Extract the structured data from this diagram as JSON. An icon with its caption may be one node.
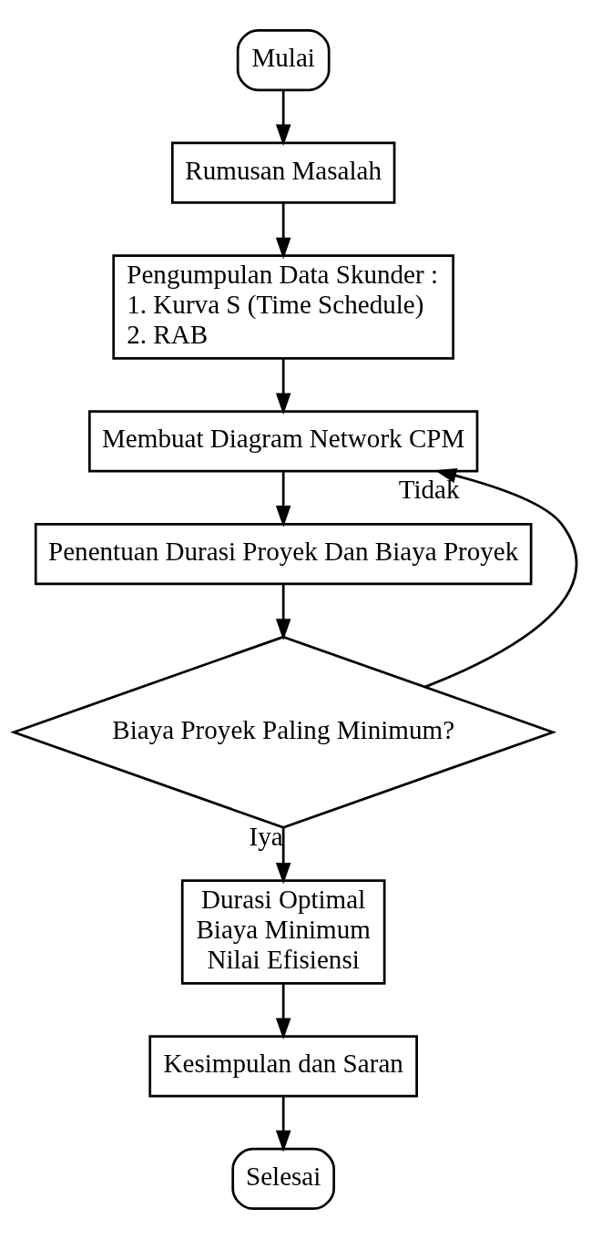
{
  "diagram": {
    "nodes": [
      {
        "text": [
          "Mulai"
        ]
      },
      {
        "text": [
          "Rumusan Masalah"
        ]
      },
      {
        "text": [
          "Pengumpulan Data Skunder :",
          "1. Kurva S (Time Schedule)",
          "2. RAB"
        ]
      },
      {
        "text": [
          "Membuat Diagram Network CPM"
        ]
      },
      {
        "text": [
          "Penentuan Durasi Proyek Dan Biaya Proyek"
        ]
      },
      {
        "text": [
          "Biaya Proyek Paling Minimum?"
        ]
      },
      {
        "text": [
          "Durasi Optimal",
          "Biaya Minimum",
          "Nilai Efisiensi"
        ]
      },
      {
        "text": [
          "Kesimpulan dan Saran"
        ]
      },
      {
        "text": [
          "Selesai"
        ]
      }
    ],
    "edges": [
      {
        "from": 0,
        "to": 1,
        "arrow": "to"
      },
      {
        "from": 1,
        "to": 2,
        "arrow": "to"
      },
      {
        "from": 2,
        "to": 3,
        "arrow": "to"
      },
      {
        "from": 3,
        "to": 4,
        "arrow": "to"
      },
      {
        "from": 4,
        "to": 5,
        "arrow": "to"
      },
      {
        "from": 5,
        "to": 3,
        "arrow": "to",
        "label": "Tidak"
      },
      {
        "from": 5,
        "to": 6,
        "arrow": "to",
        "label": "Iya"
      },
      {
        "from": 6,
        "to": 7,
        "arrow": "to"
      },
      {
        "from": 7,
        "to": 8,
        "arrow": "to"
      }
    ]
  }
}
